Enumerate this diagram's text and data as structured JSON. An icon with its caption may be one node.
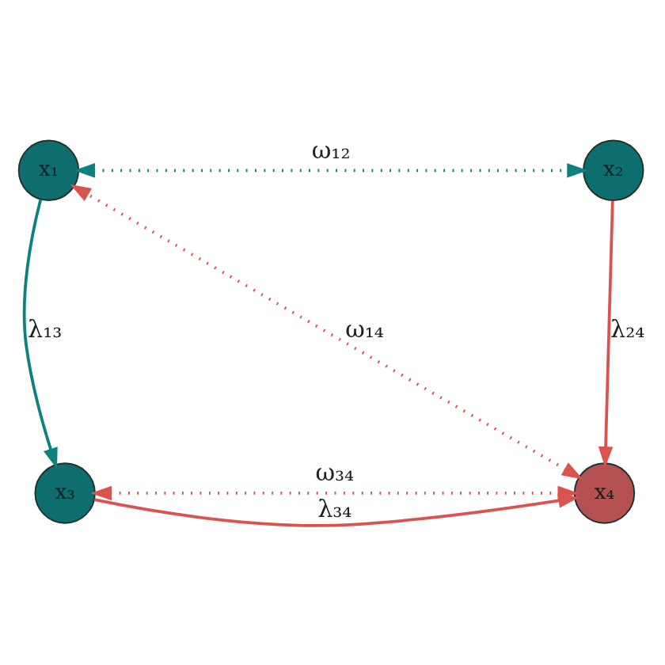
{
  "diagram": {
    "nodes": [
      {
        "text": [
          "x₁"
        ]
      },
      {
        "text": [
          "x₂"
        ]
      },
      {
        "text": [
          "x₃"
        ]
      },
      {
        "text": [
          "x₄"
        ]
      }
    ],
    "edges": [
      {
        "from": 0,
        "to": 1,
        "arrow": "both",
        "label": "ω₁₂",
        "style": "dashed",
        "color": "#0e8080"
      },
      {
        "from": 0,
        "to": 2,
        "arrow": "to",
        "label": "λ₁₃",
        "color": "#0e8080"
      },
      {
        "from": 1,
        "to": 3,
        "arrow": "to",
        "label": "λ₂₄"
      },
      {
        "from": 3,
        "to": 0,
        "arrow": "both",
        "label": "ω₁₄",
        "style": "dashed"
      },
      {
        "from": 2,
        "to": 3,
        "arrow": "to",
        "label": "λ₃₄"
      },
      {
        "from": 2,
        "to": 3,
        "arrow": "both",
        "label": "ω₃₄",
        "style": "dashed"
      }
    ]
  }
}
